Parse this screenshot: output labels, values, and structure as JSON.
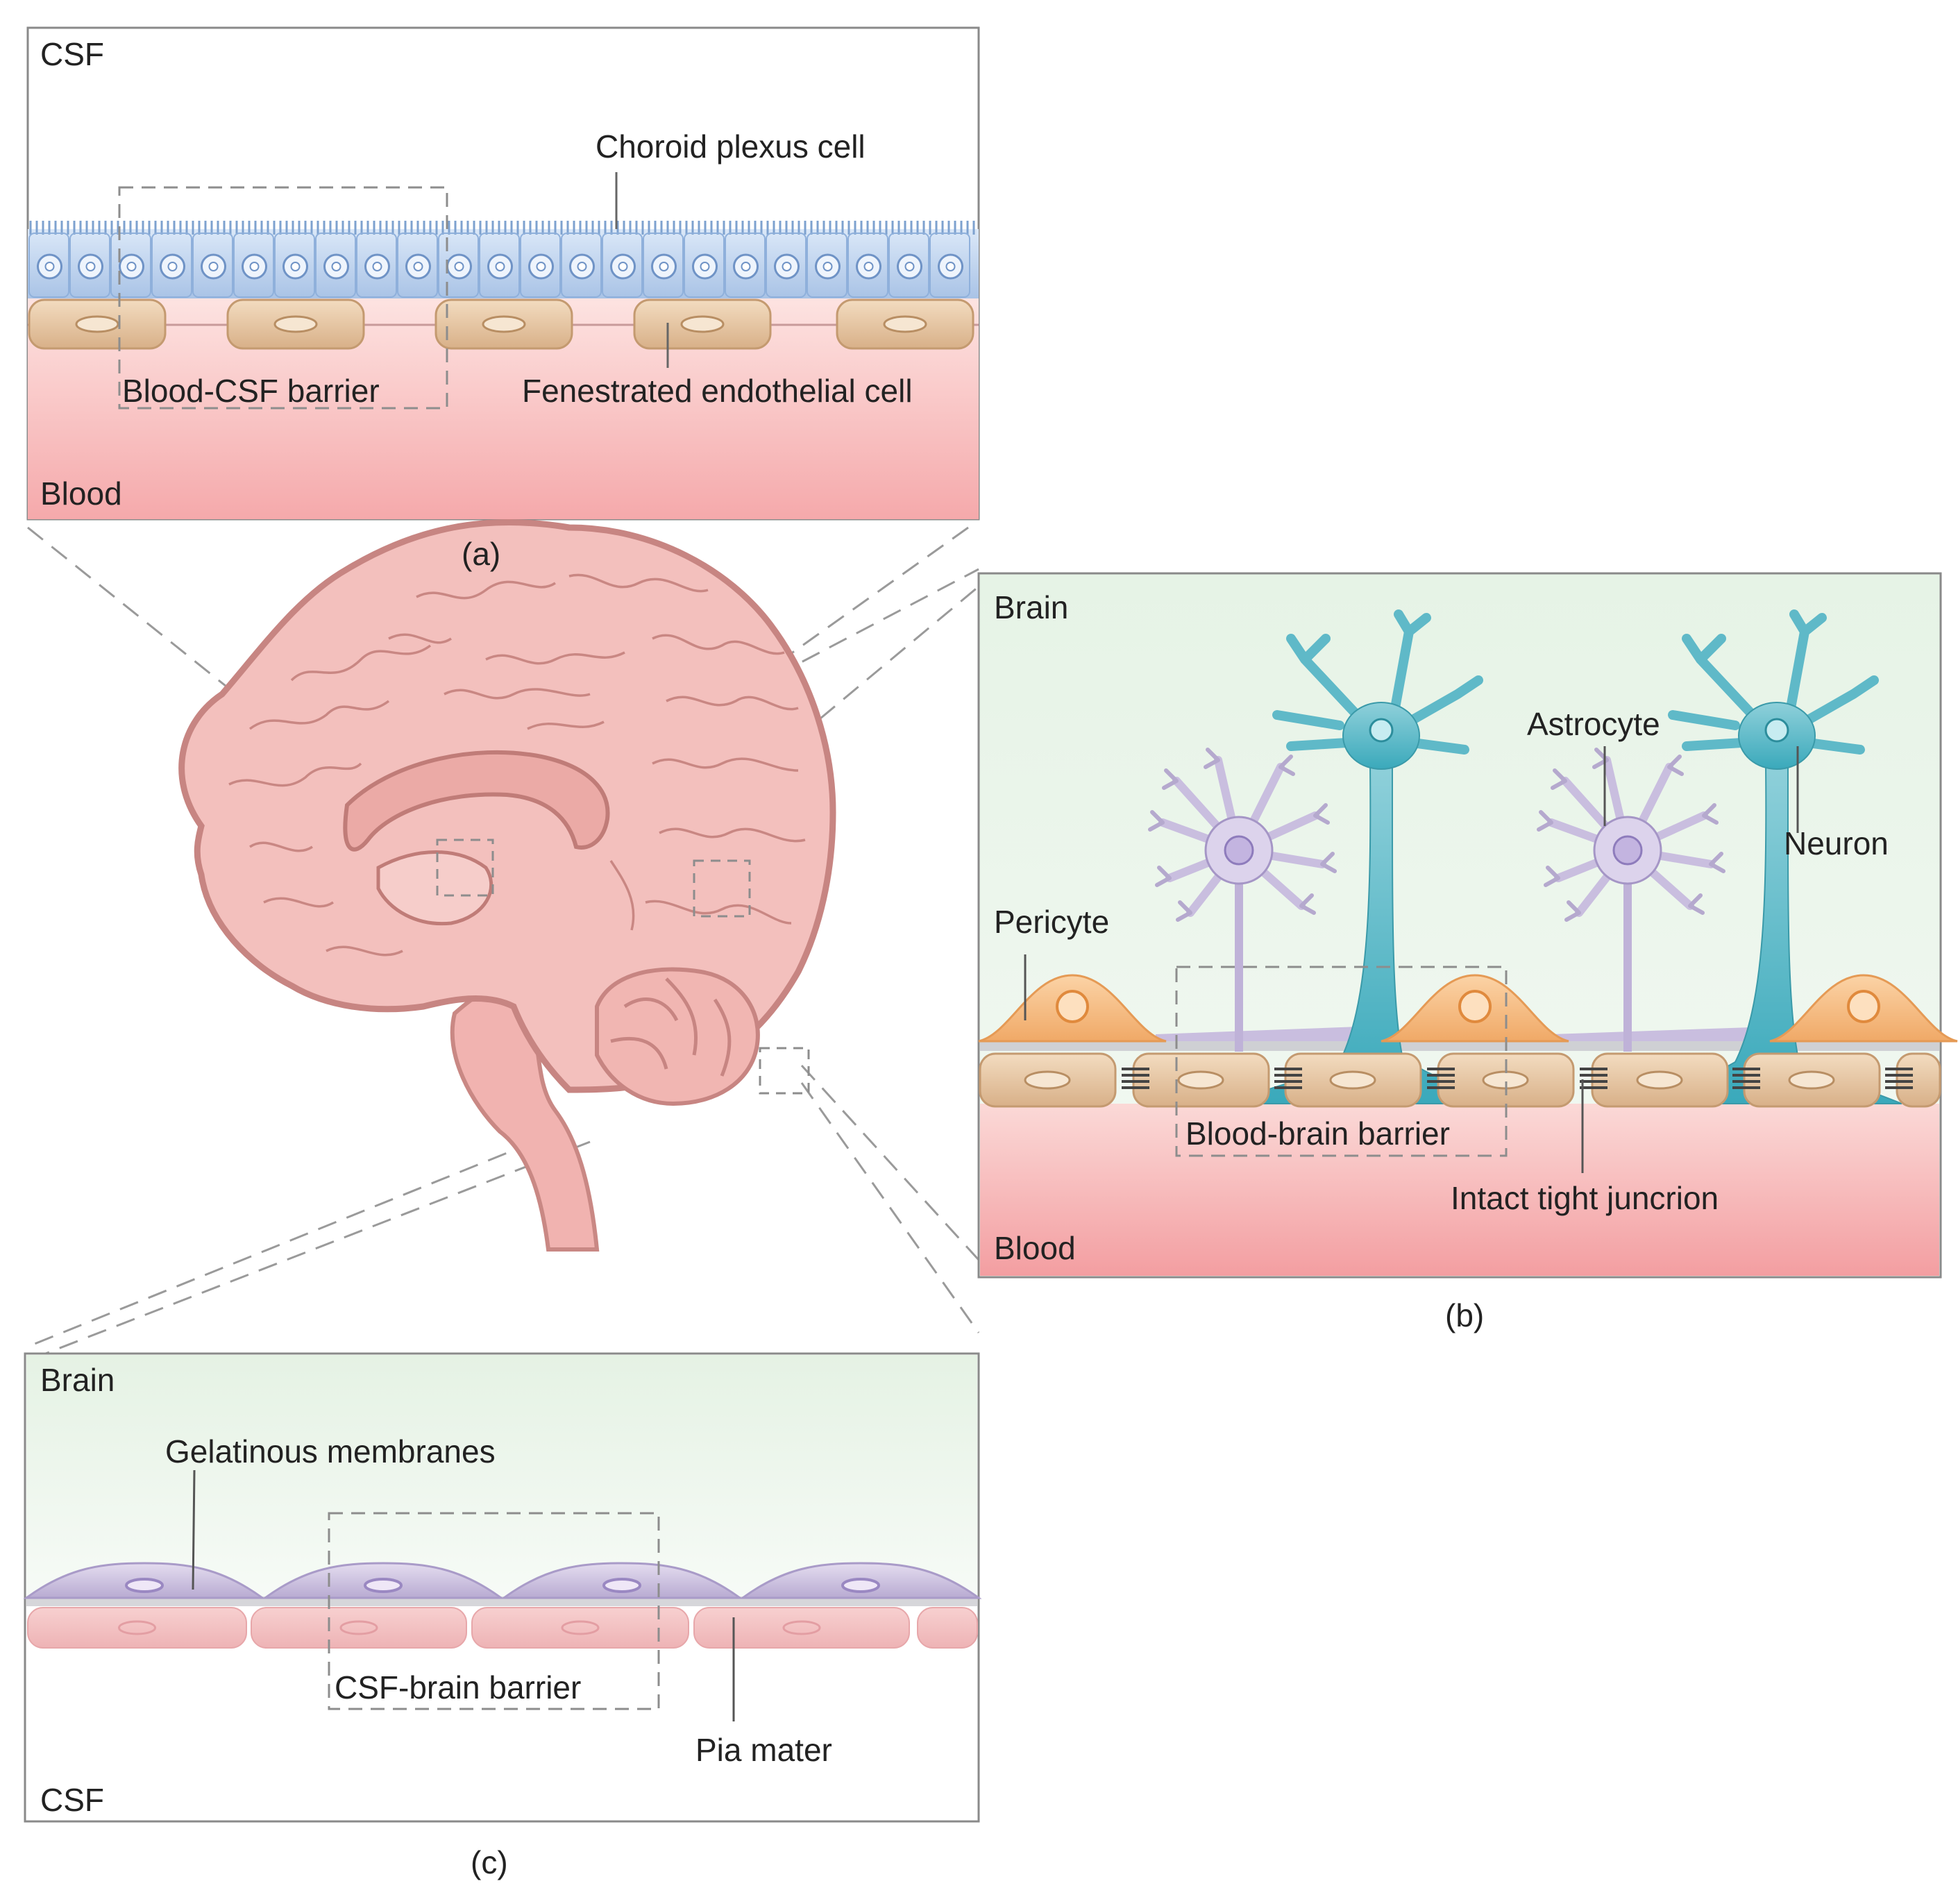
{
  "panel_a": {
    "caption": "(a)",
    "top_region": "CSF",
    "bottom_region": "Blood",
    "labels": {
      "choroid": "Choroid plexus cell",
      "barrier": "Blood-CSF barrier",
      "endothelial": "Fenestrated endothelial cell"
    }
  },
  "panel_b": {
    "caption": "(b)",
    "top_region": "Brain",
    "bottom_region": "Blood",
    "labels": {
      "astrocyte": "Astrocyte",
      "neuron": "Neuron",
      "pericyte": "Pericyte",
      "barrier": "Blood-brain barrier",
      "tight_junction": "Intact tight juncrion"
    }
  },
  "panel_c": {
    "caption": "(c)",
    "top_region": "Brain",
    "bottom_region": "CSF",
    "labels": {
      "gelatinous": "Gelatinous membranes",
      "barrier": "CSF-brain barrier",
      "pia": "Pia mater"
    }
  },
  "colors": {
    "csf_blue": "#c9dcf2",
    "blood_pink": "#f4aeb0",
    "brain_green": "#eaf5ea",
    "endothelial_tan": "#e9c9a2",
    "pericyte_orange": "#f6c38f",
    "neuron_teal": "#5fb9c8",
    "astrocyte_lilac": "#c9bedf",
    "brain_pink": "#f2b5b2"
  }
}
